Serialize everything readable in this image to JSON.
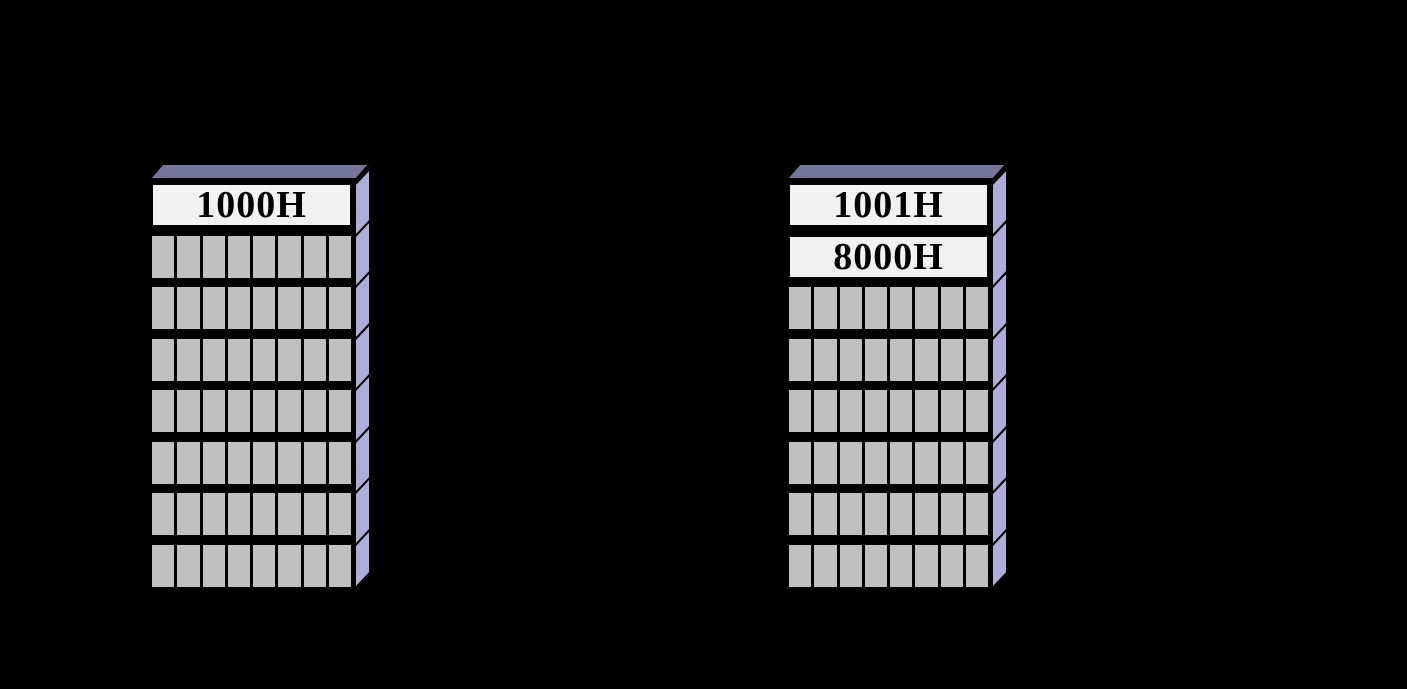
{
  "figure": {
    "description": "Two 3D memory stack diagrams on a black background",
    "background_color": "#000000",
    "colors": {
      "top_face": "#75759B",
      "side_face": "#ADADDB",
      "empty_cell_gray": "#C0C0C0",
      "address_cell_white": "#F2F2F2",
      "outline": "#000000",
      "text": "#000000"
    },
    "stacks": [
      {
        "id": "left",
        "address_cells": [
          "1000H"
        ],
        "empty_row_count": 7,
        "cells_per_row": 8,
        "total_rows": 8
      },
      {
        "id": "right",
        "address_cells": [
          "1001H",
          "8000H"
        ],
        "empty_row_count": 6,
        "cells_per_row": 8,
        "total_rows": 8
      }
    ]
  }
}
